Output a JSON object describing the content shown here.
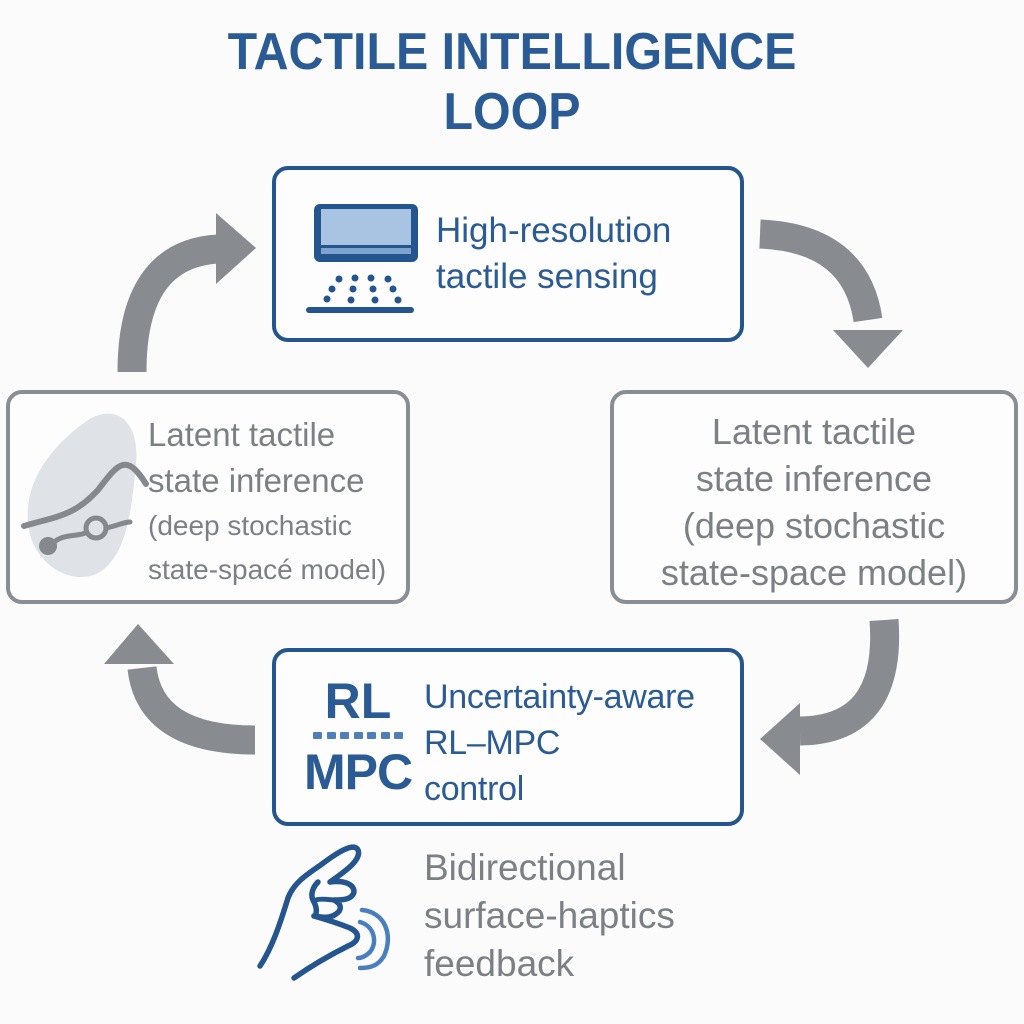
{
  "title": {
    "line1": "TACTILE INTELLIGENCE",
    "line2": "LOOP"
  },
  "nodes": {
    "sensing": {
      "line1": "High-resolution",
      "line2": "tactile sensing",
      "icon": "tactile-sensor-icon"
    },
    "latent_left": {
      "line1": "Latent tactile",
      "line2": "state inference",
      "line3": "(deep stochastic",
      "line4": "state-spacé model)",
      "icon": "latent-manifold-icon"
    },
    "latent_right": {
      "line1": "Latent tactile",
      "line2": "state inference",
      "line3": "(deep stochastic",
      "line4": "state-space model)"
    },
    "control": {
      "badge_top": "RL",
      "badge_bottom": "MPC",
      "line1": "Uncertainty-aware",
      "line2": "RL–MPC",
      "line3": "control",
      "icon": "rl-mpc-badge-icon"
    },
    "feedback": {
      "line1": "Bidirectional",
      "line2": "surface-haptics",
      "line3": "feedback",
      "icon": "haptic-hand-icon"
    }
  },
  "colors": {
    "accent_blue": "#2a5b94",
    "border_blue": "#24558f",
    "light_blue": "#a9c4e3",
    "gray_text": "#7c7f83",
    "arrow_gray": "#888b8f",
    "blob_gray": "#dfe3e7"
  }
}
